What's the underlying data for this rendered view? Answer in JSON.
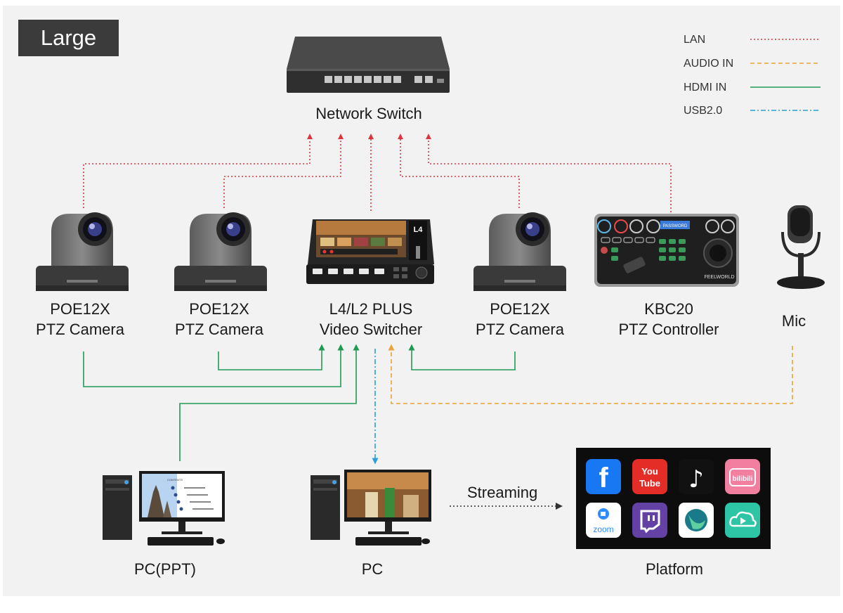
{
  "size_tag": "Large",
  "colors": {
    "lan": "#d9363e",
    "audio": "#e8a33a",
    "hdmi": "#1f9a55",
    "usb": "#2a9fd8",
    "panel": "#f2f2f2",
    "tag_bg": "#3b3b3b"
  },
  "legend": [
    {
      "label": "LAN",
      "style": "dotted",
      "color": "#d9363e"
    },
    {
      "label": "AUDIO IN",
      "style": "dashed",
      "color": "#e8a33a"
    },
    {
      "label": "HDMI IN",
      "style": "solid",
      "color": "#1f9a55"
    },
    {
      "label": "USB2.0",
      "style": "dash-dot",
      "color": "#2a9fd8"
    }
  ],
  "devices": {
    "network_switch": {
      "label": "Network Switch"
    },
    "camera_1": {
      "line1": "POE12X",
      "line2": "PTZ Camera"
    },
    "camera_2": {
      "line1": "POE12X",
      "line2": "PTZ Camera"
    },
    "switcher": {
      "line1": "L4/L2 PLUS",
      "line2": "Video Switcher",
      "badge": "L4"
    },
    "camera_3": {
      "line1": "POE12X",
      "line2": "PTZ Camera"
    },
    "controller": {
      "line1": "KBC20",
      "line2": "PTZ Controller",
      "screen_text": "PASSWORD",
      "brand_text": "FEELWORLD"
    },
    "mic": {
      "label": "Mic"
    },
    "pc_ppt": {
      "label": "PC(PPT)",
      "slide_title": "CONTENTS"
    },
    "pc": {
      "label": "PC"
    },
    "platform": {
      "label": "Platform"
    }
  },
  "streaming_label": "Streaming",
  "platform_icons": [
    {
      "name": "facebook-icon",
      "text": "f",
      "bg": "#1877f2"
    },
    {
      "name": "youtube-icon",
      "text": "You Tube",
      "bg": "#e52d27"
    },
    {
      "name": "tiktok-icon",
      "text": "♪",
      "bg": "#111111"
    },
    {
      "name": "bilibili-icon",
      "text": "bilibili",
      "bg": "#f27ea0"
    },
    {
      "name": "zoom-icon",
      "text": "zoom",
      "bg": "#ffffff"
    },
    {
      "name": "twitch-icon",
      "text": "",
      "bg": "#6441a5"
    },
    {
      "name": "vmix-icon",
      "text": "",
      "bg": "#ffffff"
    },
    {
      "name": "cloud-live-icon",
      "text": "",
      "bg": "#2ec4a6"
    }
  ]
}
